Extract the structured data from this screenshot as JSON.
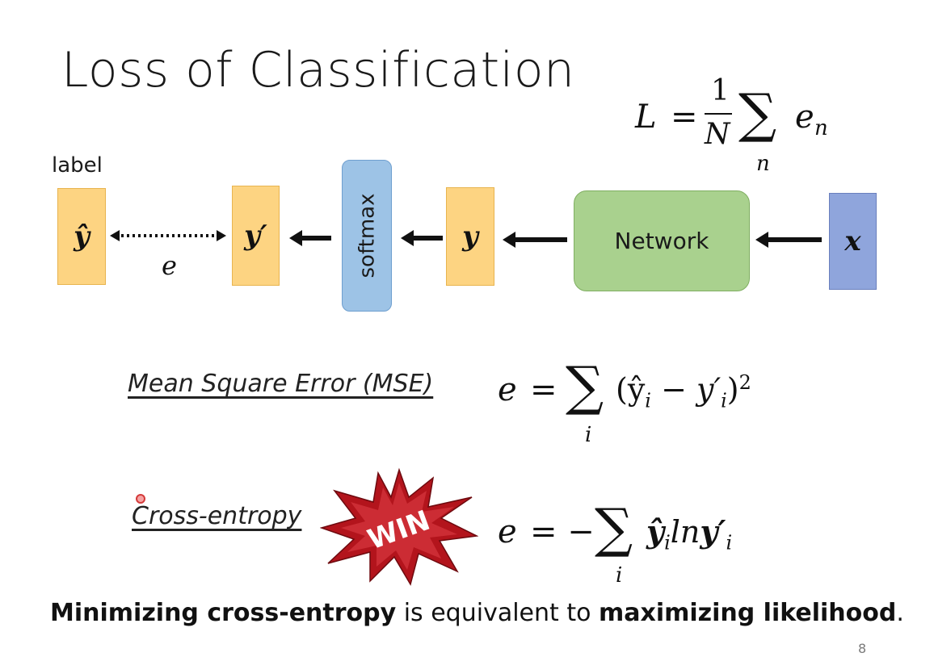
{
  "slide": {
    "title": "Loss of Classification",
    "page_number": "8"
  },
  "formula_L": {
    "lhs": "L",
    "eq": "=",
    "numerator": "1",
    "denominator": "N",
    "sum": "∑",
    "sub": "n",
    "term": "e",
    "term_sub": "n"
  },
  "pipeline": {
    "label": "label",
    "y_hat": "ŷ",
    "e_label": "e",
    "y_prime": "y′",
    "softmax": "softmax",
    "y": "y",
    "network": "Network",
    "x": "x"
  },
  "mse": {
    "label": "Mean Square Error (MSE)",
    "lhs": "e",
    "eq": "=",
    "sum": "∑",
    "sub": "i",
    "body": "(ŷ",
    "body_sub": "i",
    "minus": " − y′",
    "minus_sub": "i",
    "close": ")",
    "sup": "2"
  },
  "ce": {
    "label": "Cross-entropy",
    "badge": "WIN",
    "lhs": "e",
    "eq": "= −",
    "sum": "∑",
    "sub": "i",
    "yhat": "ŷ",
    "yhat_sub": "i",
    "ln": "ln",
    "yp": "y′",
    "yp_sub": "i"
  },
  "conclusion": {
    "bold1": "Minimizing cross-entropy",
    "mid": " is equivalent to ",
    "bold2": "maximizing likelihood",
    "end": "."
  },
  "colors": {
    "orange_box": "#fdd482",
    "softmax_box": "#9dc3e6",
    "network_box": "#a9d18e",
    "x_box": "#8fa5dc",
    "win_burst": "#b3141c"
  }
}
